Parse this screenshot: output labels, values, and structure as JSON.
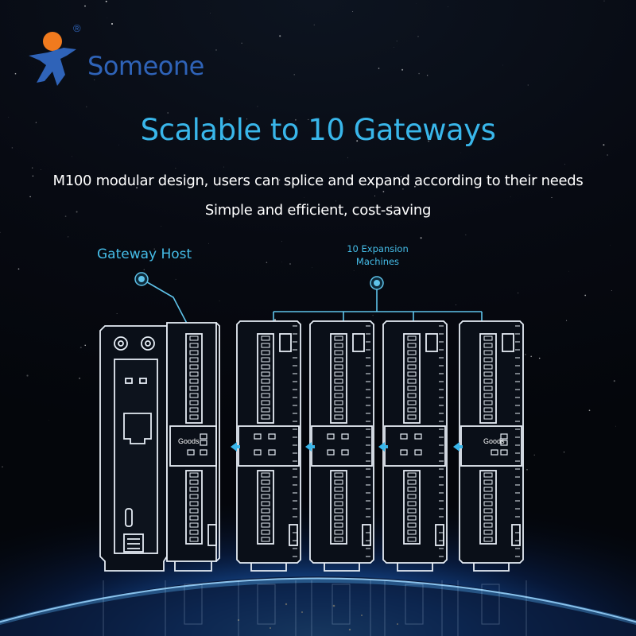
{
  "brand": {
    "name": "Someone",
    "reg_mark": "®",
    "accent": "#2f63b8",
    "logo_head_color": "#f07a1e"
  },
  "headline": {
    "title": "Scalable to 10 Gateways",
    "color": "#39b6ea"
  },
  "subtitle": {
    "line1": "M100 modular design, users can splice and expand according to their needs",
    "line2": "Simple and efficient, cost-saving"
  },
  "callouts": {
    "host": "Gateway Host",
    "expansion_line1": "10 Expansion",
    "expansion_line2": "Machines",
    "accent": "#45bde8"
  },
  "modules": {
    "host_goods_label": "Goods",
    "last_goods_label": "Goods",
    "arrow_icon": "arrow-left-icon",
    "expansion_count_shown": 4
  }
}
